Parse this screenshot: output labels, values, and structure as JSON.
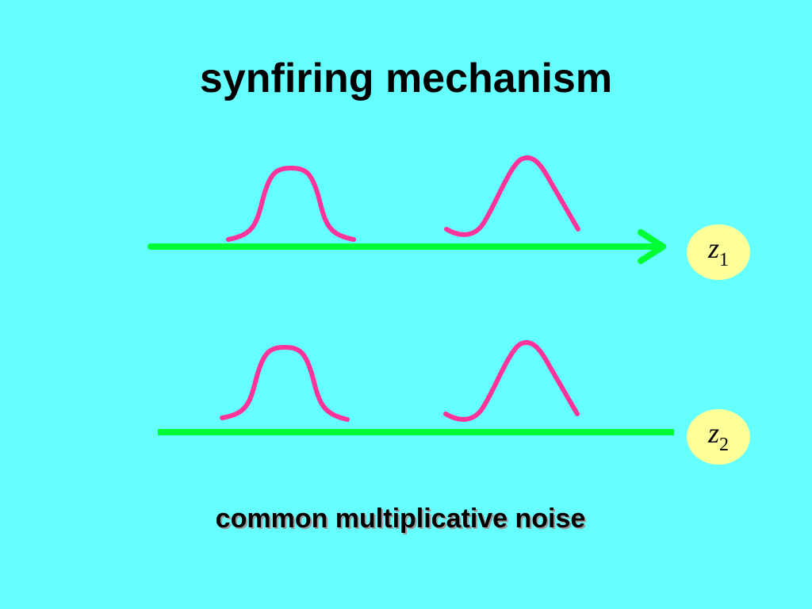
{
  "title": "synfiring mechanism",
  "caption": "common multiplicative noise",
  "colors": {
    "background": "#66ffff",
    "axis": "#00ff33",
    "pulse": "#ff3399",
    "badge": "#ffff99"
  },
  "channels": [
    {
      "variable": "z",
      "subscript": "1",
      "has_arrow": true
    },
    {
      "variable": "z",
      "subscript": "2",
      "has_arrow": false
    }
  ]
}
